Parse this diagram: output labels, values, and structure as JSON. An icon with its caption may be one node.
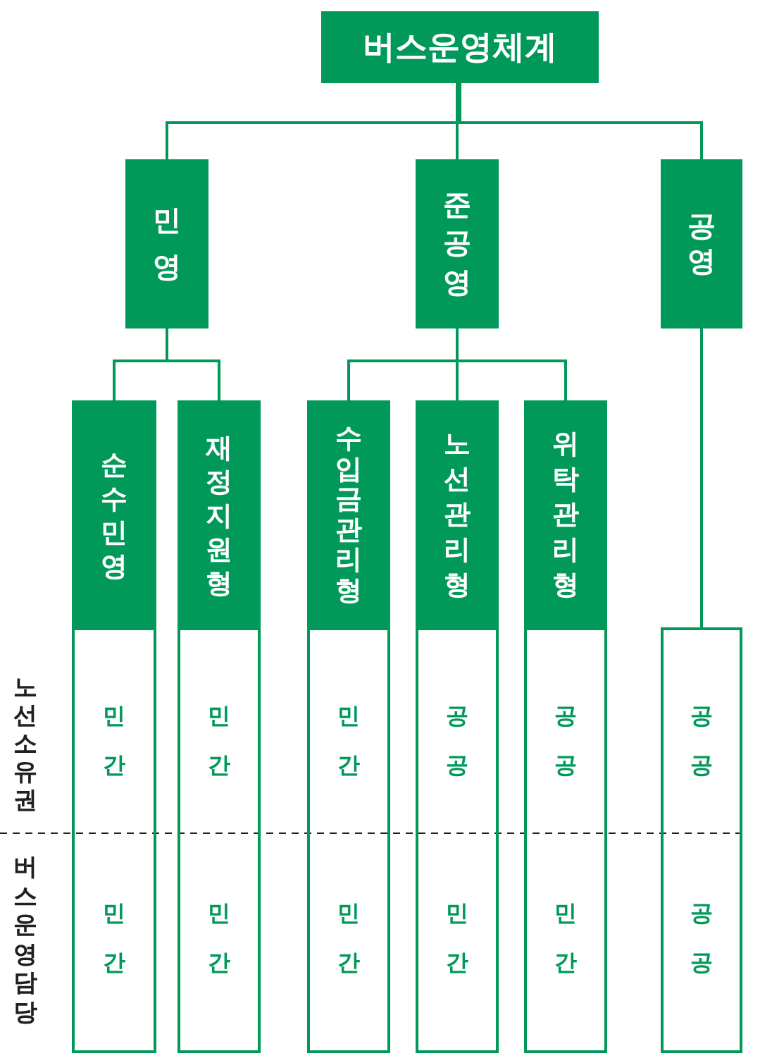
{
  "diagram": {
    "nodes": [
      {
        "text": [
          "버스운영체계"
        ]
      },
      {
        "text": [
          "민영"
        ]
      },
      {
        "text": [
          "준공영"
        ]
      },
      {
        "text": [
          "공영"
        ]
      },
      {
        "text": [
          "순수민영",
          "민간",
          "민간"
        ]
      },
      {
        "text": [
          "재정지원형",
          "민간",
          "민간"
        ]
      },
      {
        "text": [
          "수입금관리형",
          "민간",
          "민간"
        ]
      },
      {
        "text": [
          "노선관리형",
          "공공",
          "민간"
        ]
      },
      {
        "text": [
          "위탁관리형",
          "공공",
          "민간"
        ]
      },
      {
        "text": [
          "공공",
          "공공"
        ]
      }
    ],
    "edges": [
      {
        "from": 0,
        "to": 1,
        "arrow": "none"
      },
      {
        "from": 0,
        "to": 2,
        "arrow": "none"
      },
      {
        "from": 0,
        "to": 3,
        "arrow": "none"
      },
      {
        "from": 1,
        "to": 4,
        "arrow": "none"
      },
      {
        "from": 1,
        "to": 5,
        "arrow": "none"
      },
      {
        "from": 2,
        "to": 6,
        "arrow": "none"
      },
      {
        "from": 2,
        "to": 7,
        "arrow": "none"
      },
      {
        "from": 2,
        "to": 8,
        "arrow": "none"
      },
      {
        "from": 3,
        "to": 9,
        "arrow": "none"
      }
    ],
    "labels": [
      "노선소유권",
      "버스운영담당"
    ]
  }
}
